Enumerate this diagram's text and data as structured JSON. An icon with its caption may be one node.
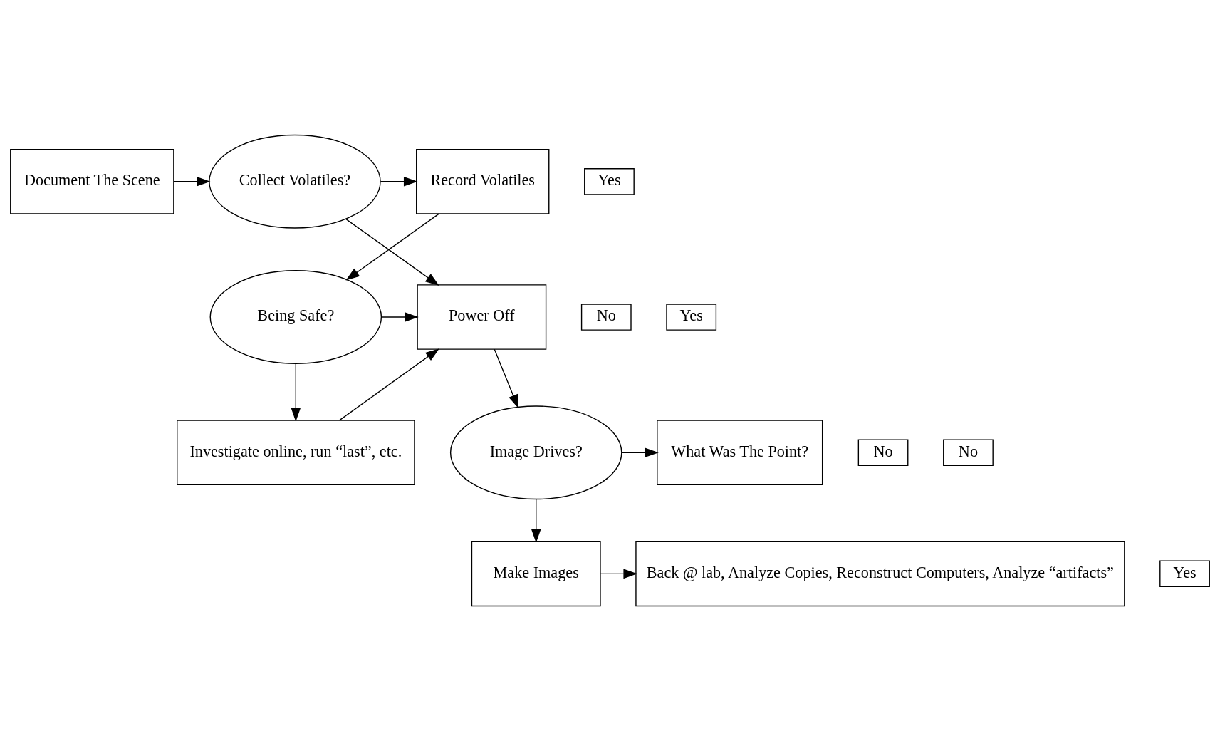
{
  "diagram": {
    "nodes": [
      {
        "text": [
          "Document The Scene"
        ]
      },
      {
        "text": [
          "Collect Volatiles?"
        ]
      },
      {
        "text": [
          "Yes"
        ]
      },
      {
        "text": [
          "Record Volatiles"
        ]
      },
      {
        "text": [
          "No"
        ]
      },
      {
        "text": [
          "Power Off"
        ]
      },
      {
        "text": [
          "Yes"
        ]
      },
      {
        "text": [
          "Being Safe?"
        ]
      },
      {
        "text": [
          "No"
        ]
      },
      {
        "text": [
          "Investigate online, run “last”, etc."
        ]
      },
      {
        "text": [
          "No"
        ]
      },
      {
        "text": [
          "What Was The Point?"
        ]
      },
      {
        "text": [
          "Image Drives?"
        ]
      },
      {
        "text": [
          "Yes"
        ]
      },
      {
        "text": [
          "Make Images"
        ]
      },
      {
        "text": [
          "Back @ lab, Analyze Copies, Reconstruct Computers, Analyze “artifacts”"
        ]
      }
    ],
    "edges": [
      {
        "from": 0,
        "to": 1,
        "arrow": "to"
      },
      {
        "from": 1,
        "to": 3,
        "arrow": "to"
      },
      {
        "from": 3,
        "to": 7,
        "arrow": "to"
      },
      {
        "from": 1,
        "to": 5,
        "arrow": "to"
      },
      {
        "from": 7,
        "to": 5,
        "arrow": "to"
      },
      {
        "from": 7,
        "to": 9,
        "arrow": "to"
      },
      {
        "from": 9,
        "to": 5,
        "arrow": "to"
      },
      {
        "from": 5,
        "to": 12,
        "arrow": "to"
      },
      {
        "from": 12,
        "to": 11,
        "arrow": "to"
      },
      {
        "from": 12,
        "to": 14,
        "arrow": "to"
      },
      {
        "from": 14,
        "to": 15,
        "arrow": "to"
      }
    ]
  }
}
